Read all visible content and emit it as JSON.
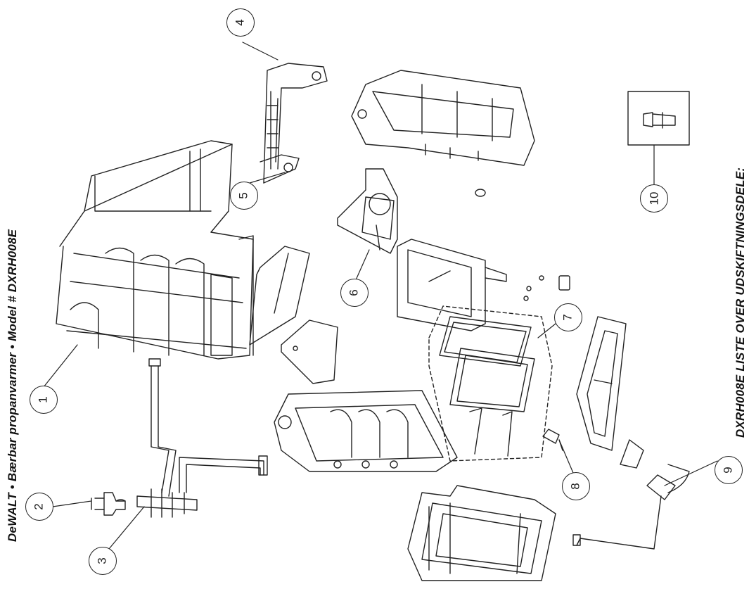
{
  "header": {
    "title_left": "DeWALT • Bærbar propanvarmer • Model # DXRH008E",
    "title_right": "DXRH008E LISTE OVER UDSKIFTNINGSDELE:"
  },
  "callouts": [
    "1",
    "2",
    "3",
    "4",
    "5",
    "6",
    "7",
    "8",
    "9",
    "10"
  ],
  "colors": {
    "line": "#222222",
    "background": "#ffffff"
  }
}
